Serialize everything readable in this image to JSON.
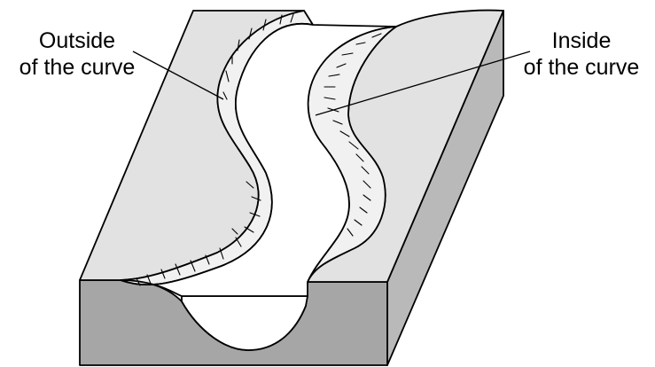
{
  "labels": {
    "outside_line1": "Outside",
    "outside_line2": "of the curve",
    "inside_line1": "Inside",
    "inside_line2": "of the curve"
  },
  "colors": {
    "top_surface": "#e2e2e2",
    "front_face": "#a6a6a6",
    "side_face": "#b9b9b9",
    "riverbed": "#ffffff",
    "outline": "#000000"
  }
}
